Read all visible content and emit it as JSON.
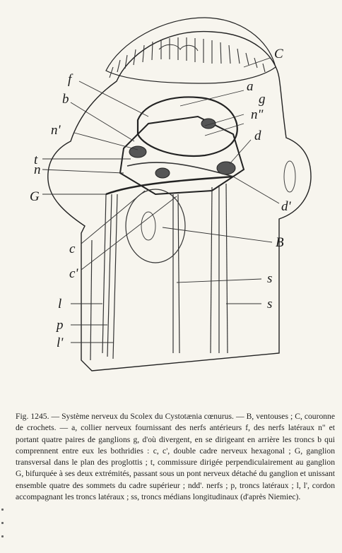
{
  "figure": {
    "labels": {
      "C": "C",
      "f": "f",
      "a": "a",
      "b": "b",
      "g": "g",
      "n2": "n\"",
      "n1": "n'",
      "d": "d",
      "t": "t",
      "n": "n",
      "G": "G",
      "d1": "d'",
      "c": "c",
      "B": "B",
      "c1": "c'",
      "s_upper": "s",
      "l": "l",
      "s_lower": "s",
      "p": "p",
      "l1": "l'"
    }
  },
  "caption": {
    "text": "Fig. 1245. — Système nerveux du Scolex du Cystotænia cœnurus. — B, ventouses ; C, couronne de crochets. — a, collier nerveux fournissant des nerfs antérieurs f, des nerfs latéraux n\" et portant quatre paires de ganglions g, d'où divergent, en se dirigeant en arrière les troncs b qui comprennent entre eux les bothridies : c, c', double cadre nerveux hexagonal ; G, ganglion transversal dans le plan des proglottis ; t, commissure dirigée perpendiculairement au ganglion G, bifurquée à ses deux extrémités, passant sous un pont nerveux détaché du ganglion et unissant ensemble quatre des sommets du cadre supérieur ; ndd'. nerfs ; p, troncs latéraux ; l, l', cordon accompagnant les troncs latéraux ; ss, troncs médians longitudinaux (d'après Niemiec)."
  }
}
